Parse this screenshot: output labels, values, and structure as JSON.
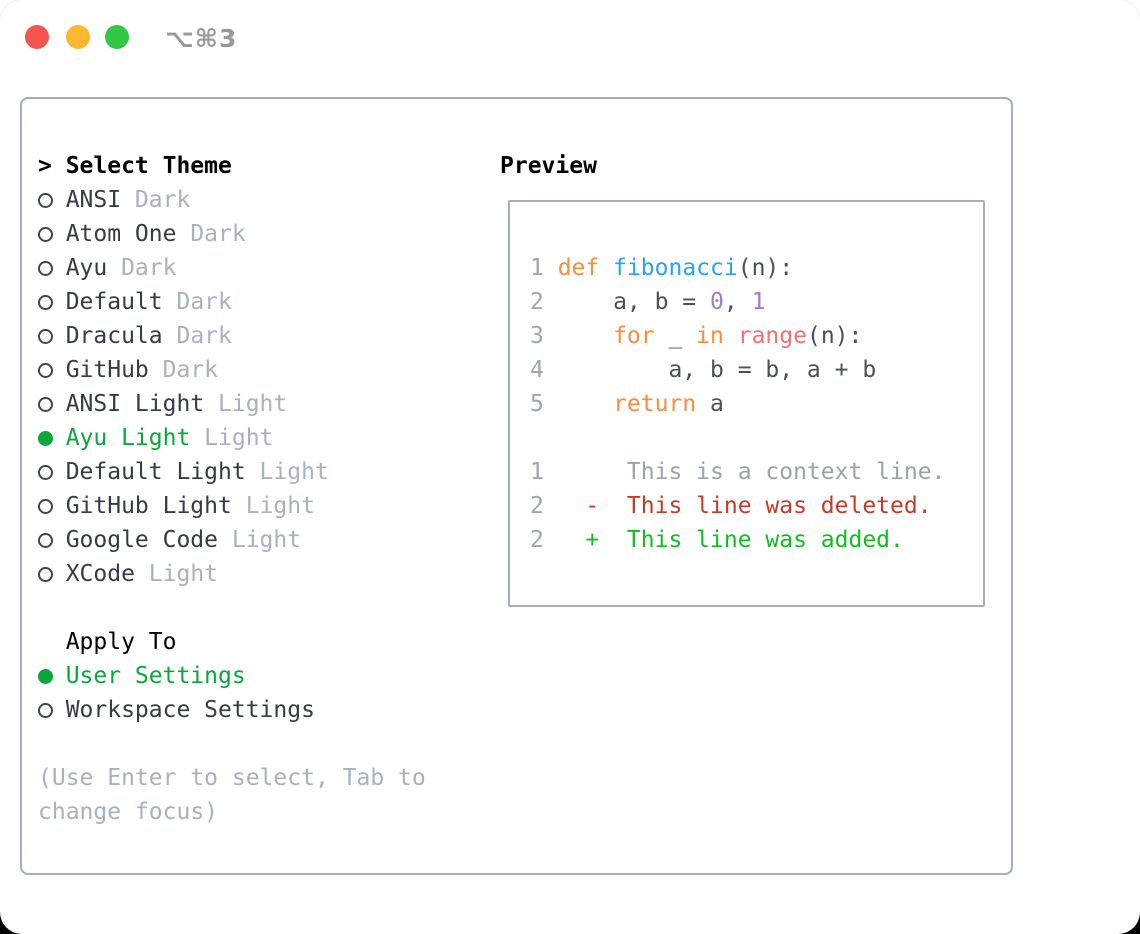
{
  "titlebar": {
    "shortcut": "⌥⌘3",
    "traffic_lights": [
      {
        "name": "close-button",
        "color": "#F2564D",
        "dot": "#860E05"
      },
      {
        "name": "minimize-button",
        "color": "#FBB82F"
      },
      {
        "name": "zoom-button",
        "color": "#32C845"
      }
    ]
  },
  "theme_panel": {
    "header": {
      "focus_prefix": ">",
      "label": "Select Theme"
    },
    "themes": [
      {
        "name": "ANSI",
        "variant": "Dark",
        "selected": false
      },
      {
        "name": "Atom One",
        "variant": "Dark",
        "selected": false
      },
      {
        "name": "Ayu",
        "variant": "Dark",
        "selected": false
      },
      {
        "name": "Default",
        "variant": "Dark",
        "selected": false
      },
      {
        "name": "Dracula",
        "variant": "Dark",
        "selected": false
      },
      {
        "name": "GitHub",
        "variant": "Dark",
        "selected": false
      },
      {
        "name": "ANSI Light",
        "variant": "Light",
        "selected": false
      },
      {
        "name": "Ayu Light",
        "variant": "Light",
        "selected": true
      },
      {
        "name": "Default Light",
        "variant": "Light",
        "selected": false
      },
      {
        "name": "GitHub Light",
        "variant": "Light",
        "selected": false
      },
      {
        "name": "Google Code",
        "variant": "Light",
        "selected": false
      },
      {
        "name": "XCode",
        "variant": "Light",
        "selected": false
      }
    ],
    "apply_to": {
      "label": "Apply To",
      "options": [
        {
          "label": "User Settings",
          "selected": true
        },
        {
          "label": "Workspace Settings",
          "selected": false
        }
      ]
    },
    "hint_lines": [
      "(Use Enter to select, Tab to",
      "change focus)"
    ]
  },
  "preview": {
    "title": "Preview",
    "lines": [
      {
        "num": "1",
        "segments": [
          {
            "t": "def",
            "c": "kw"
          },
          {
            "t": " ",
            "c": "code"
          },
          {
            "t": "fibonacci",
            "c": "fn"
          },
          {
            "t": "(n):",
            "c": "code"
          }
        ]
      },
      {
        "num": "2",
        "segments": [
          {
            "t": "    a, b = ",
            "c": "code"
          },
          {
            "t": "0",
            "c": "num"
          },
          {
            "t": ", ",
            "c": "code"
          },
          {
            "t": "1",
            "c": "num"
          }
        ]
      },
      {
        "num": "3",
        "segments": [
          {
            "t": "    ",
            "c": "code"
          },
          {
            "t": "for",
            "c": "kw"
          },
          {
            "t": " _ ",
            "c": "code"
          },
          {
            "t": "in",
            "c": "kw"
          },
          {
            "t": " ",
            "c": "code"
          },
          {
            "t": "range",
            "c": "bi"
          },
          {
            "t": "(n):",
            "c": "code"
          }
        ]
      },
      {
        "num": "4",
        "segments": [
          {
            "t": "        a, b = b, a + b",
            "c": "code"
          }
        ]
      },
      {
        "num": "5",
        "segments": [
          {
            "t": "    ",
            "c": "code"
          },
          {
            "t": "return",
            "c": "kw"
          },
          {
            "t": " a",
            "c": "code"
          }
        ]
      },
      {
        "num": "",
        "segments": []
      },
      {
        "num": "1",
        "segments": [
          {
            "t": "     This is a context line.",
            "c": "ctx"
          }
        ]
      },
      {
        "num": "2",
        "segments": [
          {
            "t": "  ",
            "c": "code"
          },
          {
            "t": "-  This line was deleted.",
            "c": "del"
          }
        ]
      },
      {
        "num": "2",
        "segments": [
          {
            "t": "  ",
            "c": "code"
          },
          {
            "t": "+  This line was added.",
            "c": "add"
          }
        ]
      }
    ]
  },
  "colors": {
    "accent_green": "#0AA83C",
    "muted": "#A9B1BE",
    "item_text": "#363B45",
    "header_text": "#000000",
    "border": "#A6AEBB",
    "keyword": "#F98C3D",
    "function": "#29A3EA",
    "builtin": "#F07171",
    "number": "#A37ACC",
    "code_text": "#4B5058",
    "line_number": "#9DA5B4",
    "context": "#9CA2AB",
    "deleted": "#C43A2B",
    "added": "#12BD22",
    "traffic_red": "#F2564D",
    "traffic_red_dot": "#860E05",
    "traffic_yellow": "#FBB82F",
    "traffic_green": "#32C845",
    "shortcut_text": "#98989D"
  }
}
